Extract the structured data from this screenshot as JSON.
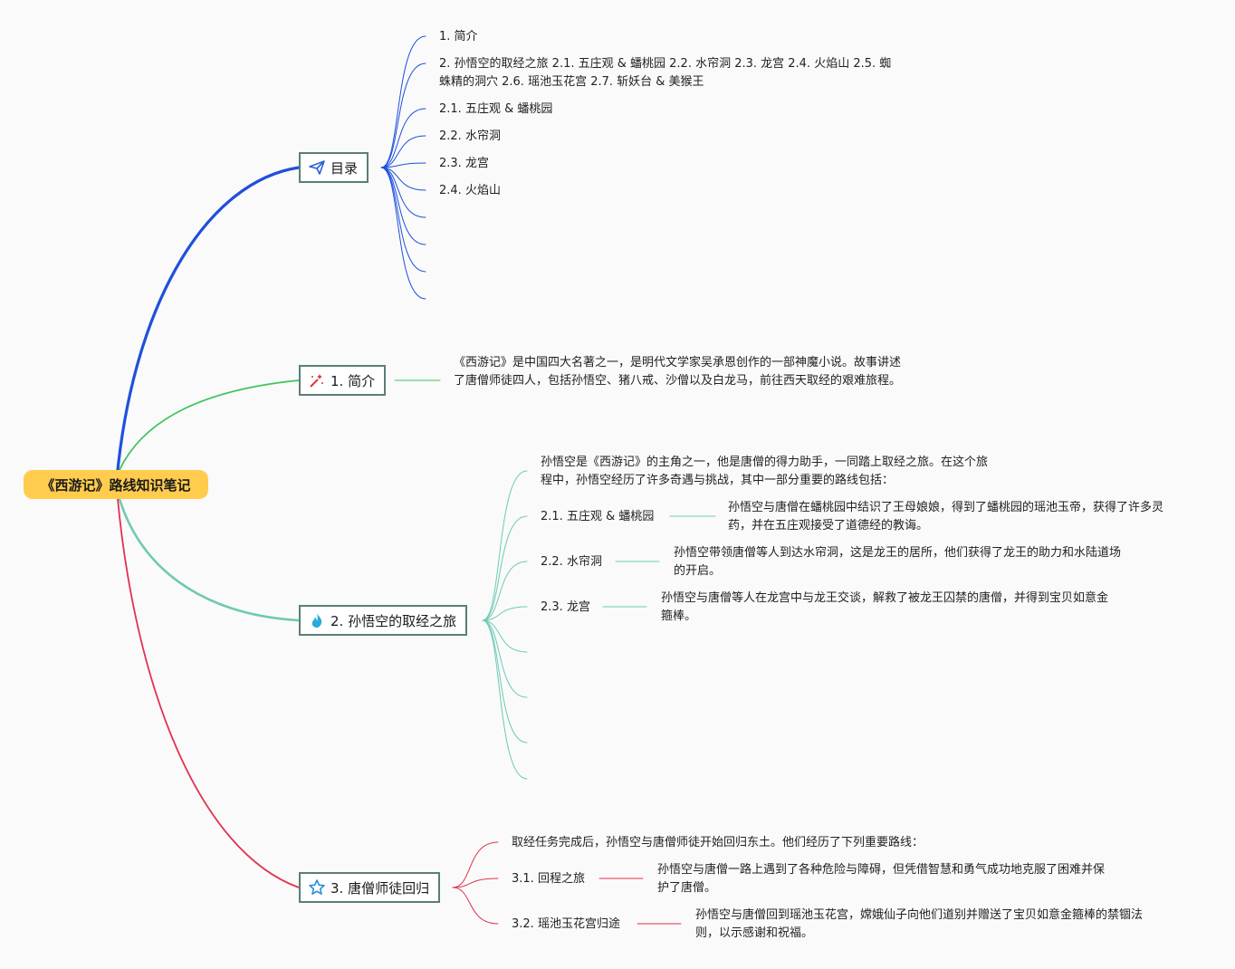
{
  "root": {
    "label": "《西游记》路线知识笔记"
  },
  "colors": {
    "toc": "#1f4fdd",
    "intro": "#3ec55a",
    "journey": "#6fc9b4",
    "return": "#e0334f",
    "root_fill": "#ffcc4d"
  },
  "toc": {
    "label": "目录",
    "icon": "paper-plane-icon",
    "items": [
      "1. 简介",
      "2. 孙悟空的取经之旅 2.1. 五庄观 & 蟠桃园 2.2. 水帘洞 2.3. 龙宫 2.4. 火焰山 2.5. 蜘",
      "蛛精的洞穴 2.6. 瑶池玉花宫 2.7. 斩妖台 & 美猴王",
      "2.1. 五庄观 & 蟠桃园",
      "2.2. 水帘洞",
      "2.3. 龙宫",
      "2.4. 火焰山"
    ]
  },
  "intro": {
    "label": "1. 简介",
    "icon": "magic-wand-icon",
    "text": "《西游记》是中国四大名著之一，是明代文学家吴承恩创作的一部神魔小说。故事讲述了唐僧师徒四人，包括孙悟空、猪八戒、沙僧以及白龙马，前往西天取经的艰难旅程。"
  },
  "journey": {
    "label": "2. 孙悟空的取经之旅",
    "icon": "flame-icon",
    "summary": "孙悟空是《西游记》的主角之一，他是唐僧的得力助手，一同踏上取经之旅。在这个旅程中，孙悟空经历了许多奇遇与挑战，其中一部分重要的路线包括：",
    "items": [
      {
        "label": "2.1. 五庄观 & 蟠桃园",
        "detail": "孙悟空与唐僧在蟠桃园中结识了王母娘娘，得到了蟠桃园的瑶池玉帝，获得了许多灵药，并在五庄观接受了道德经的教诲。"
      },
      {
        "label": "2.2. 水帘洞",
        "detail": "孙悟空带领唐僧等人到达水帘洞，这是龙王的居所，他们获得了龙王的助力和水陆道场的开启。"
      },
      {
        "label": "2.3. 龙宫",
        "detail": "孙悟空与唐僧等人在龙宫中与龙王交谈，解救了被龙王囚禁的唐僧，并得到宝贝如意金箍棒。"
      }
    ]
  },
  "return": {
    "label": "3. 唐僧师徒回归",
    "icon": "star-icon",
    "summary": "取经任务完成后，孙悟空与唐僧师徒开始回归东土。他们经历了下列重要路线：",
    "items": [
      {
        "label": "3.1. 回程之旅",
        "detail": "孙悟空与唐僧一路上遇到了各种危险与障碍，但凭借智慧和勇气成功地克服了困难并保护了唐僧。"
      },
      {
        "label": "3.2. 瑶池玉花宫归途",
        "detail": "孙悟空与唐僧回到瑶池玉花宫，嫦娥仙子向他们道别并赠送了宝贝如意金箍棒的禁锢法则，以示感谢和祝福。"
      }
    ]
  }
}
